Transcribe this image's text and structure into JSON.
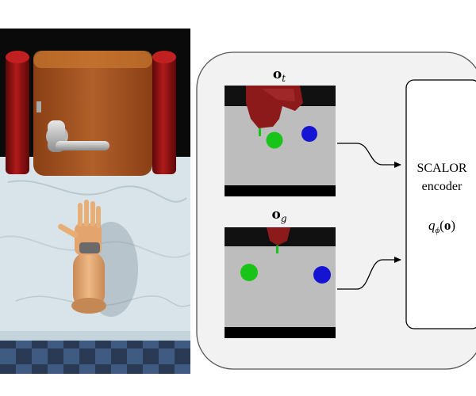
{
  "observation_current": {
    "symbol": "o",
    "subscript": "t"
  },
  "observation_goal": {
    "symbol": "o",
    "subscript": "g"
  },
  "encoder": {
    "line1": "SCALOR",
    "line2": "encoder",
    "formula_q": "q",
    "formula_sub": "ϕ",
    "formula_arg_open": "(",
    "formula_arg": "o",
    "formula_arg_close": ")"
  },
  "colors": {
    "panel_fill": "#f2f2f2",
    "panel_stroke": "#555555",
    "sim_floor": "#bdbdbd",
    "sim_bar": "#000000",
    "green_object": "#19c419",
    "blue_object": "#1414d2",
    "robot_red": "#8c1a1a",
    "door_wood": "#a0521e",
    "pillar_red": "#8f0f0f",
    "marble": "#d7e2e7"
  }
}
